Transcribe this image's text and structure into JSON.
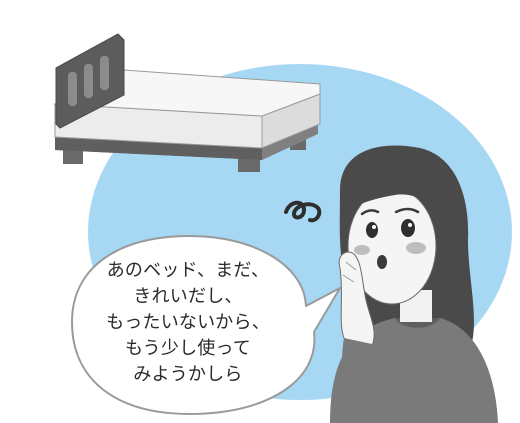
{
  "speech": {
    "lines": [
      "あのベッド、まだ、",
      "きれいだし、",
      "もったいないから、",
      "もう少し使って",
      "みようかしら"
    ]
  },
  "colors": {
    "background_ellipse": "#a6d8f4",
    "bubble_fill": "#ffffff",
    "bubble_stroke": "#9a9a9a",
    "mattress": "#f2f2f2",
    "bed_frame": "#6e6e6e",
    "headboard": "#5c5c5c",
    "hair": "#4a4a4a",
    "skin": "#f5f5f5",
    "cheek": "#b9b9b9",
    "sweater": "#7a7a7a"
  },
  "icons": {
    "bed": "bed-illustration",
    "woman": "thinking-woman-illustration",
    "confusion": "squiggle-confusion-icon"
  }
}
